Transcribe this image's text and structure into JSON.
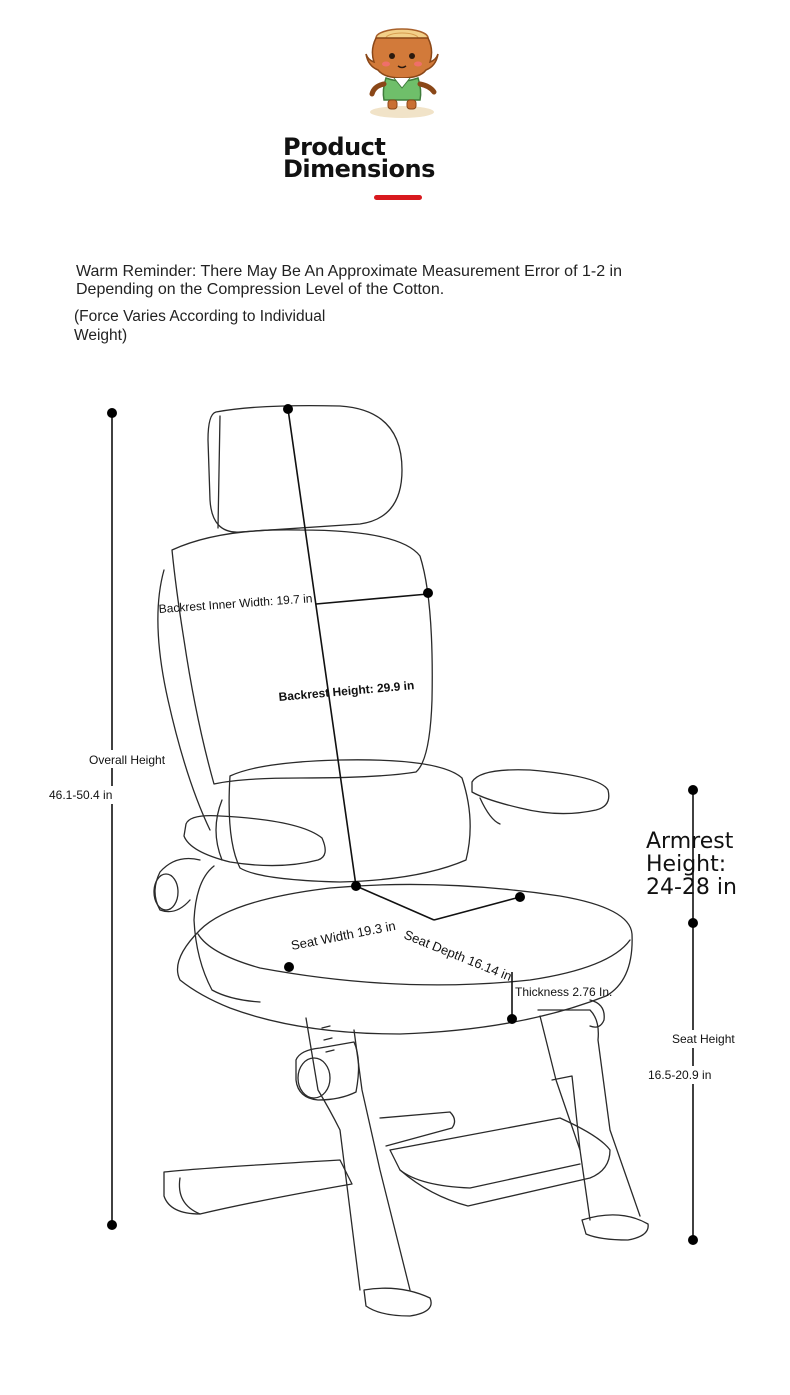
{
  "header": {
    "title_line1": "Product",
    "title_line2": "Dimensions",
    "accent_color": "#d8191e"
  },
  "notes": {
    "reminder_line1": "Warm Reminder: There May Be An Approximate Measurement Error of 1-2 in",
    "reminder_line2": "Depending on the Compression Level of the Cotton.",
    "force_note": "(Force Varies According to Individual Weight)"
  },
  "dimensions": {
    "backrest_inner_width": "Backrest Inner Width: 19.7 in",
    "backrest_height": "Backrest Height: 29.9 in",
    "overall_height_label": "Overall Height",
    "overall_height_value": "46.1-50.4 in",
    "seat_width": "Seat Width 19.3 in",
    "seat_depth": "Seat Depth 16.14 in",
    "thickness": "Thickness 2.76 In.",
    "armrest_line1": "Armrest",
    "armrest_line2": "Height:",
    "armrest_line3": "24-28 in",
    "seat_height_label": "Seat Height",
    "seat_height_value": "16.5-20.9 in"
  },
  "icons": {
    "mascot": "tree-stump-mascot-icon",
    "chair": "chair-line-drawing"
  }
}
